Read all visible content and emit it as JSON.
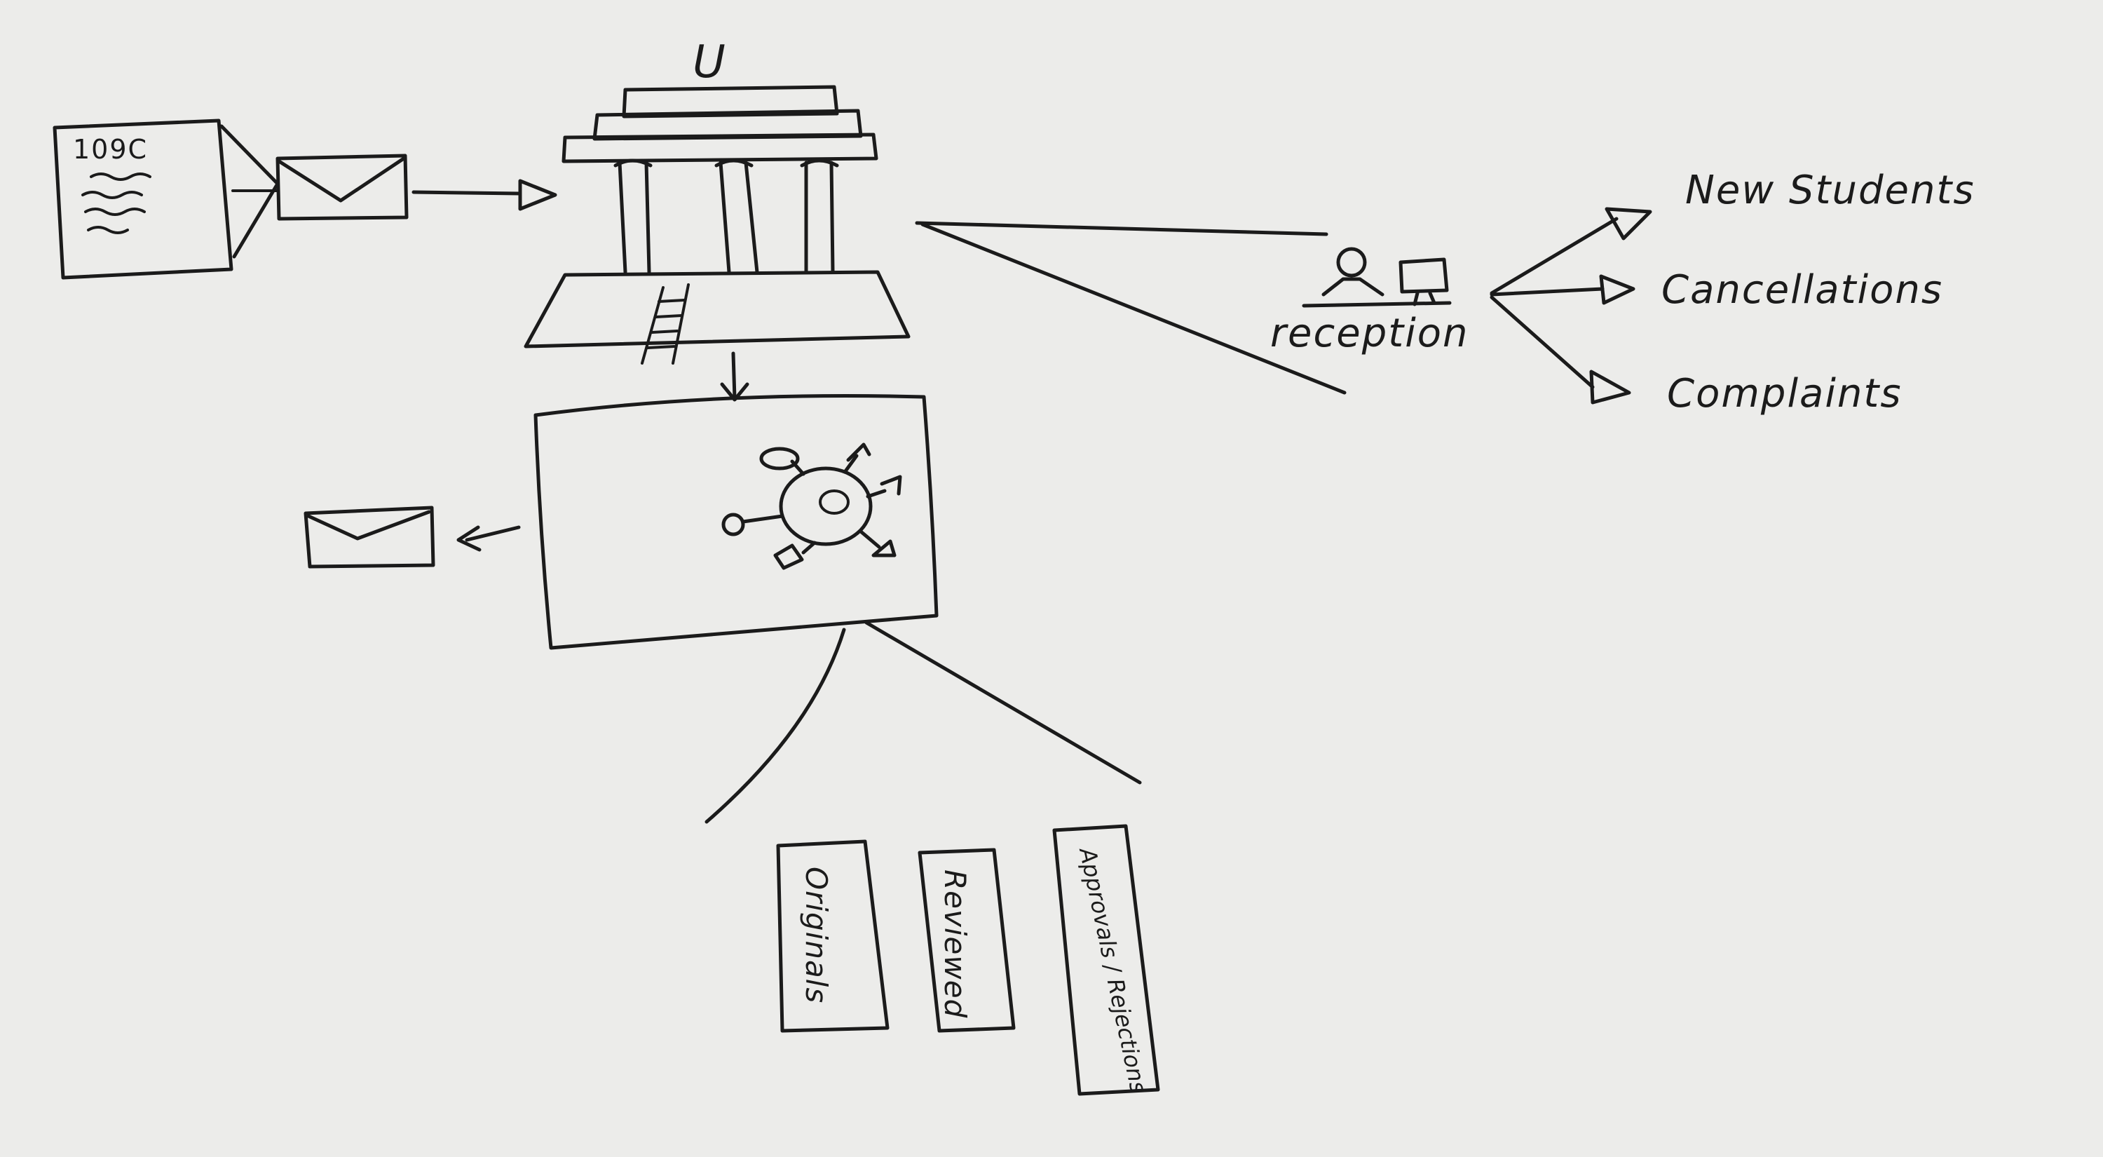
{
  "diagram": {
    "form": {
      "label": "109C"
    },
    "institution_label": "U",
    "reception": {
      "label": "reception"
    },
    "reception_outputs": [
      "New Students",
      "Cancellations",
      "Complaints"
    ],
    "folders": [
      "Originals",
      "Reviewed",
      "Approvals / Rejections"
    ],
    "icons": {
      "form": "document-icon",
      "mail_in": "envelope-icon",
      "institution": "university-building-icon",
      "reception": "receptionist-desk-icon",
      "system": "network-hub-icon",
      "mail_out": "envelope-icon"
    },
    "colors": {
      "ink": "#1b1b1b",
      "paper": "#ececea"
    }
  }
}
